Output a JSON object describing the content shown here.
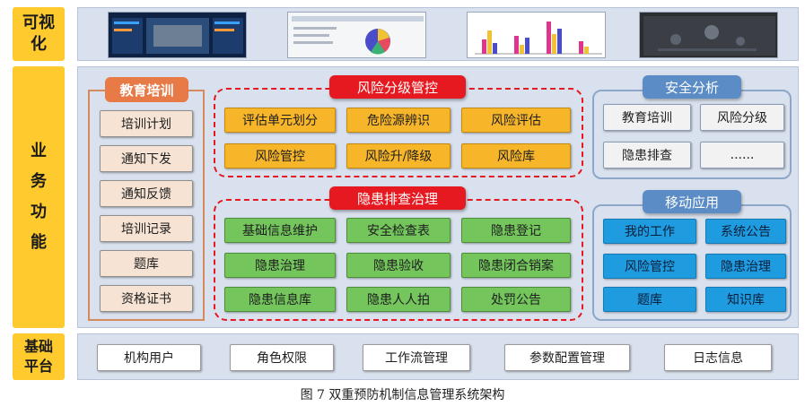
{
  "rows": {
    "visual": "可视化",
    "business": "业务功能",
    "base": "基础平台"
  },
  "education": {
    "title": "教育培训",
    "items": [
      "培训计划",
      "通知下发",
      "通知反馈",
      "培训记录",
      "题库",
      "资格证书"
    ]
  },
  "risk": {
    "title": "风险分级管控",
    "items": [
      "评估单元划分",
      "危险源辨识",
      "风险评估",
      "风险管控",
      "风险升/降级",
      "风险库"
    ]
  },
  "hazard": {
    "title": "隐患排查治理",
    "items": [
      "基础信息维护",
      "安全检查表",
      "隐患登记",
      "隐患治理",
      "隐患验收",
      "隐患闭合销案",
      "隐患信息库",
      "隐患人人拍",
      "处罚公告"
    ]
  },
  "analysis": {
    "title": "安全分析",
    "items": [
      "教育培训",
      "风险分级",
      "隐患排查",
      "......"
    ]
  },
  "mobile": {
    "title": "移动应用",
    "items": [
      "我的工作",
      "系统公告",
      "风险管控",
      "隐患治理",
      "题库",
      "知识库"
    ]
  },
  "base": {
    "items": [
      "机构用户",
      "角色权限",
      "工作流管理",
      "参数配置管理",
      "日志信息"
    ]
  },
  "caption": "图 7 双重预防机制信息管理系统架构",
  "colors": {
    "row_label": "#ffca2e",
    "risk_title": "#e5191f",
    "risk_item": "#f7b52a",
    "hazard_item": "#73c55c",
    "mobile_item": "#1f9be0",
    "edu_title": "#e77a46",
    "analysis_title": "#5b8cc6"
  }
}
